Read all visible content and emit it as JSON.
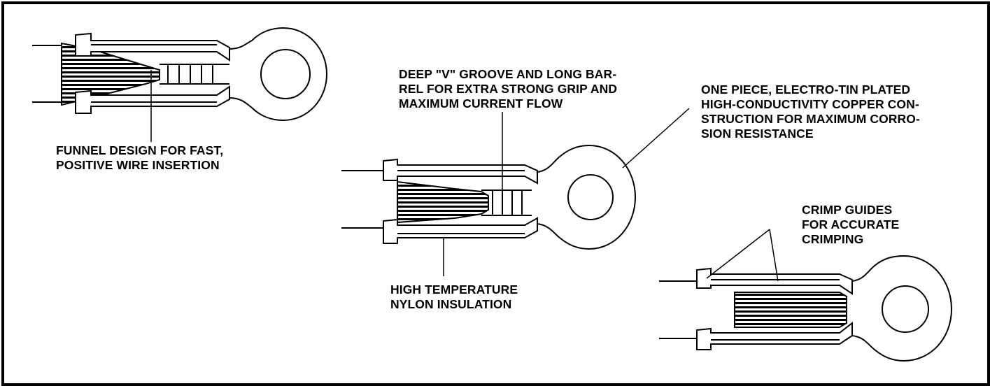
{
  "callouts": {
    "funnel": {
      "lines": [
        "FUNNEL DESIGN FOR FAST,",
        "POSITIVE WIRE INSERTION"
      ]
    },
    "groove": {
      "lines": [
        "DEEP \"V\" GROOVE AND LONG BAR-",
        "REL FOR EXTRA STRONG GRIP AND",
        "MAXIMUM CURRENT FLOW"
      ]
    },
    "copper": {
      "lines": [
        "ONE PIECE, ELECTRO-TIN PLATED",
        "HIGH-CONDUCTIVITY COPPER CON-",
        "STRUCTION FOR MAXIMUM CORRO-",
        "SION RESISTANCE"
      ]
    },
    "crimp_guides": {
      "lines": [
        "CRIMP GUIDES",
        "FOR ACCURATE",
        "CRIMPING"
      ]
    },
    "insulation": {
      "lines": [
        "HIGH TEMPERATURE",
        "NYLON INSULATION"
      ]
    }
  },
  "colors": {
    "line": "#000000",
    "background": "#ffffff"
  }
}
